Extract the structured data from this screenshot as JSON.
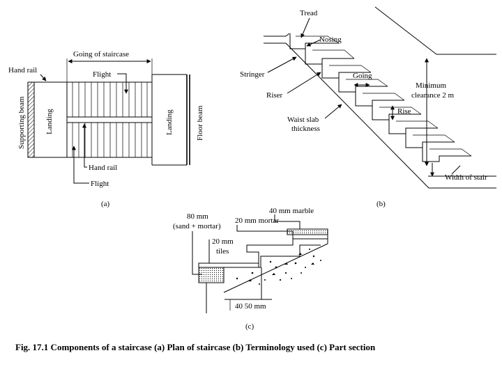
{
  "figure_a": {
    "sublabel": "(a)",
    "going_of_staircase": "Going of staircase",
    "hand_rail_top": "Hand rail",
    "flight_top": "Flight",
    "supporting_beam": "Supporting beam",
    "landing_left": "Landing",
    "landing_right": "Landing",
    "floor_beam": "Floor beam",
    "hand_rail_bottom": "Hand rail",
    "flight_bottom": "Flight"
  },
  "figure_b": {
    "sublabel": "(b)",
    "tread": "Tread",
    "nosing": "Nosing",
    "stringer": "Stringer",
    "going": "Going",
    "riser": "Riser",
    "minimum_clearance_line1": "Minimum",
    "minimum_clearance_line2": "clearance 2 m",
    "waist_slab_line1": "Waist slab",
    "waist_slab_line2": "thickness",
    "rise": "Rise",
    "width_of_stair": "Width of stair"
  },
  "figure_c": {
    "sublabel": "(c)",
    "marble": "40 mm marble",
    "mortar": "20 mm mortar",
    "sand_mortar_line1": "80 mm",
    "sand_mortar_line2": "(sand + mortar)",
    "tiles_line1": "20 mm",
    "tiles_line2": "tiles",
    "dimension": "40  50 mm"
  },
  "caption": "Fig. 17.1 Components of a staircase (a) Plan of staircase (b) Terminology used (c) Part section"
}
